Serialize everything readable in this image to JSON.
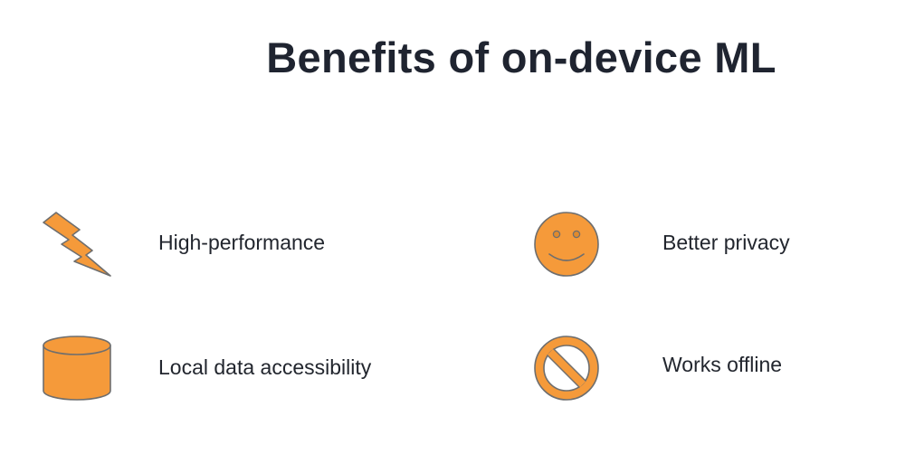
{
  "slide": {
    "title": "Benefits of on-device ML"
  },
  "benefits": [
    {
      "label": "High-performance",
      "icon": "lightning-bolt-icon"
    },
    {
      "label": "Local data accessibility",
      "icon": "database-cylinder-icon"
    },
    {
      "label": "Better privacy",
      "icon": "smiley-face-icon"
    },
    {
      "label": "Works offline",
      "icon": "prohibited-sign-icon"
    }
  ],
  "colors": {
    "icon_fill": "#F59A3A",
    "icon_stroke": "#6E6E6E",
    "title_text": "#1F2430"
  }
}
